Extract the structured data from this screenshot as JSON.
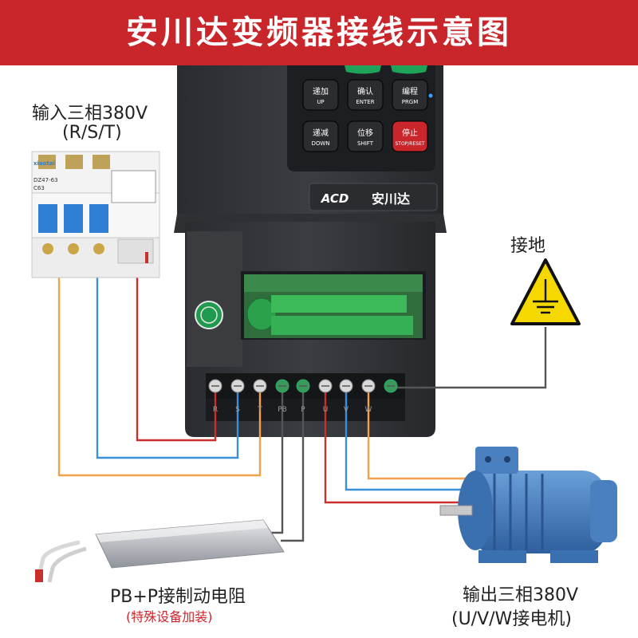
{
  "header": {
    "title": "安川达变频器接线示意图",
    "bg_color": "#c8262b"
  },
  "keypad": {
    "keys": [
      {
        "label": "递加",
        "sub": "UP"
      },
      {
        "label": "确认",
        "sub": "ENTER"
      },
      {
        "label": "编程",
        "sub": "PRGM"
      },
      {
        "label": "递减",
        "sub": "DOWN"
      },
      {
        "label": "位移",
        "sub": "SHIFT"
      },
      {
        "label": "停止",
        "sub": "STOP/RESET"
      }
    ]
  },
  "brand": {
    "logo": "ACD",
    "name": "安川达"
  },
  "breaker": {
    "brand": "xiaotai",
    "model": "DZ47-63",
    "rating": "C63"
  },
  "labels": {
    "input_title": "输入三相380V",
    "input_sub": "(R/S/T)",
    "ground": "接地",
    "brake_title": "PB+P接制动电阻",
    "brake_note": "(特殊设备加装)",
    "motor_title": "输出三相380V",
    "motor_sub": "(U/V/W接电机)"
  },
  "terminal_marks": [
    "R",
    "S",
    "T",
    "PB",
    "P",
    "U",
    "V",
    "W"
  ],
  "wire_colors": {
    "red": "#c9302c",
    "blue": "#3a8fd8",
    "orange": "#f2a24a",
    "gray": "#555555",
    "warning": "#f5d800"
  },
  "icons": [
    "ground-warning-icon",
    "ground-symbol-icon",
    "knob-icon"
  ]
}
